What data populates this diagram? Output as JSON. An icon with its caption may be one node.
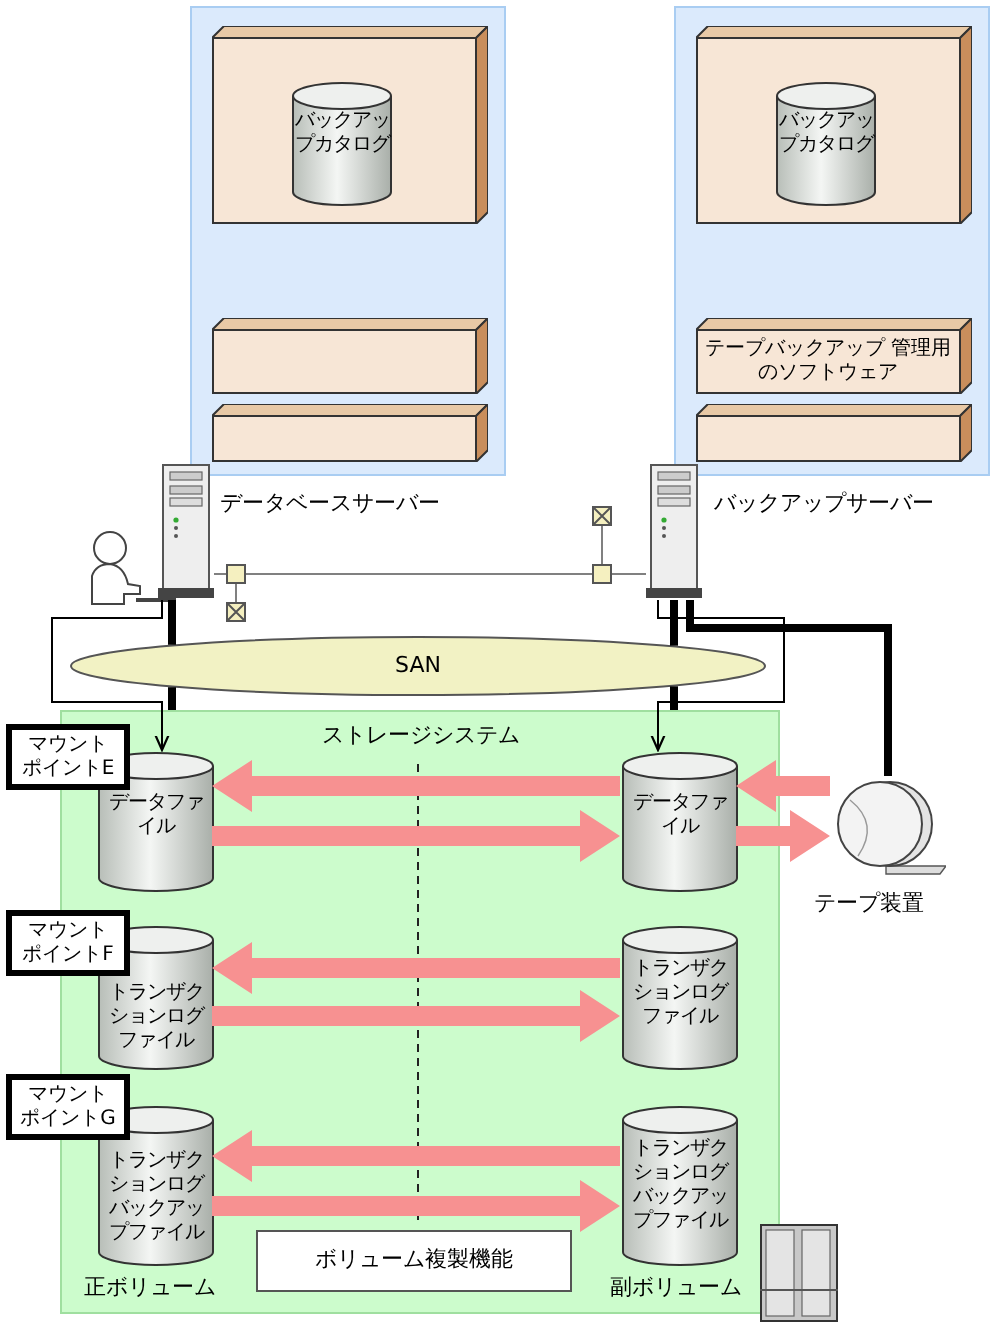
{
  "diagram": {
    "nodes": [
      {
        "text": [],
        "shape": "box"
      },
      {
        "text": [],
        "shape": "box",
        "in": 0
      },
      {
        "text": [
          "バックアップカタログ"
        ],
        "in": 1
      },
      {
        "text": [],
        "shape": "box",
        "in": 0
      },
      {
        "text": [],
        "shape": "box",
        "in": 0
      },
      {
        "text": [],
        "shape": "box"
      },
      {
        "text": [],
        "shape": "box",
        "in": 5
      },
      {
        "text": [
          "バックアップカタログ"
        ],
        "in": 6
      },
      {
        "text": [
          "テープバックアップ 管理用のソフトウェア"
        ],
        "in": 5
      },
      {
        "text": [],
        "shape": "box",
        "in": 5
      },
      {
        "text": [],
        "shape": "picture",
        "beside": [
          "データベースサーバー"
        ]
      },
      {
        "text": [],
        "shape": "picture",
        "beside": [
          "バックアップサーバー"
        ]
      },
      {
        "text": [],
        "shape": "box"
      },
      {
        "text": [],
        "shape": "box"
      },
      {
        "text": [],
        "shape": "box"
      },
      {
        "text": [],
        "shape": "box"
      },
      {
        "text": [
          "SAN"
        ]
      },
      {
        "text": [
          "ストレージシステム"
        ]
      },
      {
        "text": [
          "マウントポイントE"
        ]
      },
      {
        "text": [
          "データファイル"
        ],
        "in": 17
      },
      {
        "text": [
          "データファイル"
        ],
        "in": 17
      },
      {
        "text": [],
        "shape": "picture",
        "beside": [
          "テープ装置"
        ]
      },
      {
        "text": [
          "マウントポイントF"
        ]
      },
      {
        "text": [
          "トランザクションログファイル"
        ],
        "in": 17
      },
      {
        "text": [
          "トランザクションログファイル"
        ],
        "in": 17
      },
      {
        "text": [
          "マウントポイントG"
        ]
      },
      {
        "text": [
          "トランザクションログバックアップファイル"
        ],
        "in": 17
      },
      {
        "text": [
          "トランザクションログバックアップファイル"
        ],
        "in": 17
      },
      {
        "text": [
          "ボリューム複製機能"
        ],
        "in": 17
      }
    ],
    "edges": [
      {
        "from": 10,
        "to": 12,
        "arrow": "none",
        "color": "#808080"
      },
      {
        "from": 12,
        "to": 14,
        "arrow": "none",
        "color": "#808080"
      },
      {
        "from": 14,
        "to": 11,
        "arrow": "none",
        "color": "#808080"
      },
      {
        "from": 12,
        "to": 13,
        "arrow": "none",
        "color": "#808080"
      },
      {
        "from": 14,
        "to": 15,
        "arrow": "none",
        "color": "#808080"
      },
      {
        "from": 10,
        "to": 16,
        "arrow": "none",
        "style": "thick",
        "color": "#000000"
      },
      {
        "from": 16,
        "to": 17,
        "arrow": "none",
        "style": "thick",
        "color": "#000000"
      },
      {
        "from": 11,
        "to": 16,
        "arrow": "none",
        "style": "thick",
        "color": "#000000"
      },
      {
        "from": 16,
        "to": 17,
        "arrow": "none",
        "style": "thick",
        "color": "#000000"
      },
      {
        "from": 11,
        "to": 21,
        "arrow": "none",
        "style": "thick",
        "color": "#000000"
      },
      {
        "from": 10,
        "to": 19,
        "arrow": "to",
        "color": "#000000"
      },
      {
        "from": 11,
        "to": 20,
        "arrow": "to",
        "color": "#000000"
      },
      {
        "from": 20,
        "to": 19,
        "arrow": "to",
        "style": "thick"
      },
      {
        "from": 19,
        "to": 20,
        "arrow": "to",
        "style": "thick"
      },
      {
        "from": 21,
        "to": 20,
        "arrow": "to",
        "style": "thick"
      },
      {
        "from": 20,
        "to": 21,
        "arrow": "to",
        "style": "thick"
      },
      {
        "from": 24,
        "to": 23,
        "arrow": "to",
        "style": "thick"
      },
      {
        "from": 23,
        "to": 24,
        "arrow": "to",
        "style": "thick"
      },
      {
        "from": 27,
        "to": 26,
        "arrow": "to",
        "style": "thick"
      },
      {
        "from": 26,
        "to": 27,
        "arrow": "to",
        "style": "thick"
      }
    ],
    "labels": [
      "正ボリューム",
      "副ボリューム"
    ]
  }
}
